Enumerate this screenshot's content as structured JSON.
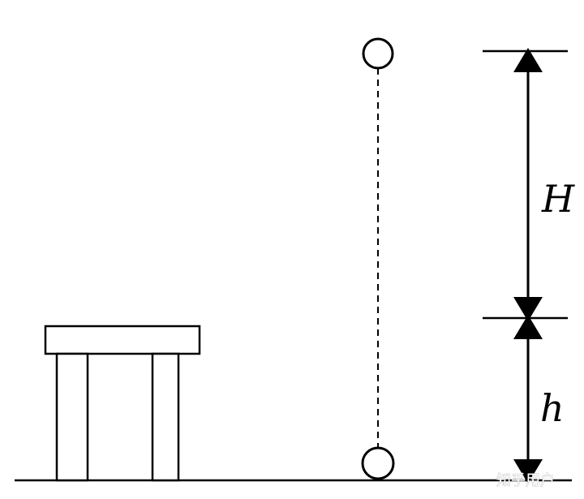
{
  "labels": {
    "upper_height": "H",
    "lower_height": "h"
  },
  "watermark": "知乎用户",
  "colors": {
    "line": "#000000",
    "background": "#ffffff"
  }
}
